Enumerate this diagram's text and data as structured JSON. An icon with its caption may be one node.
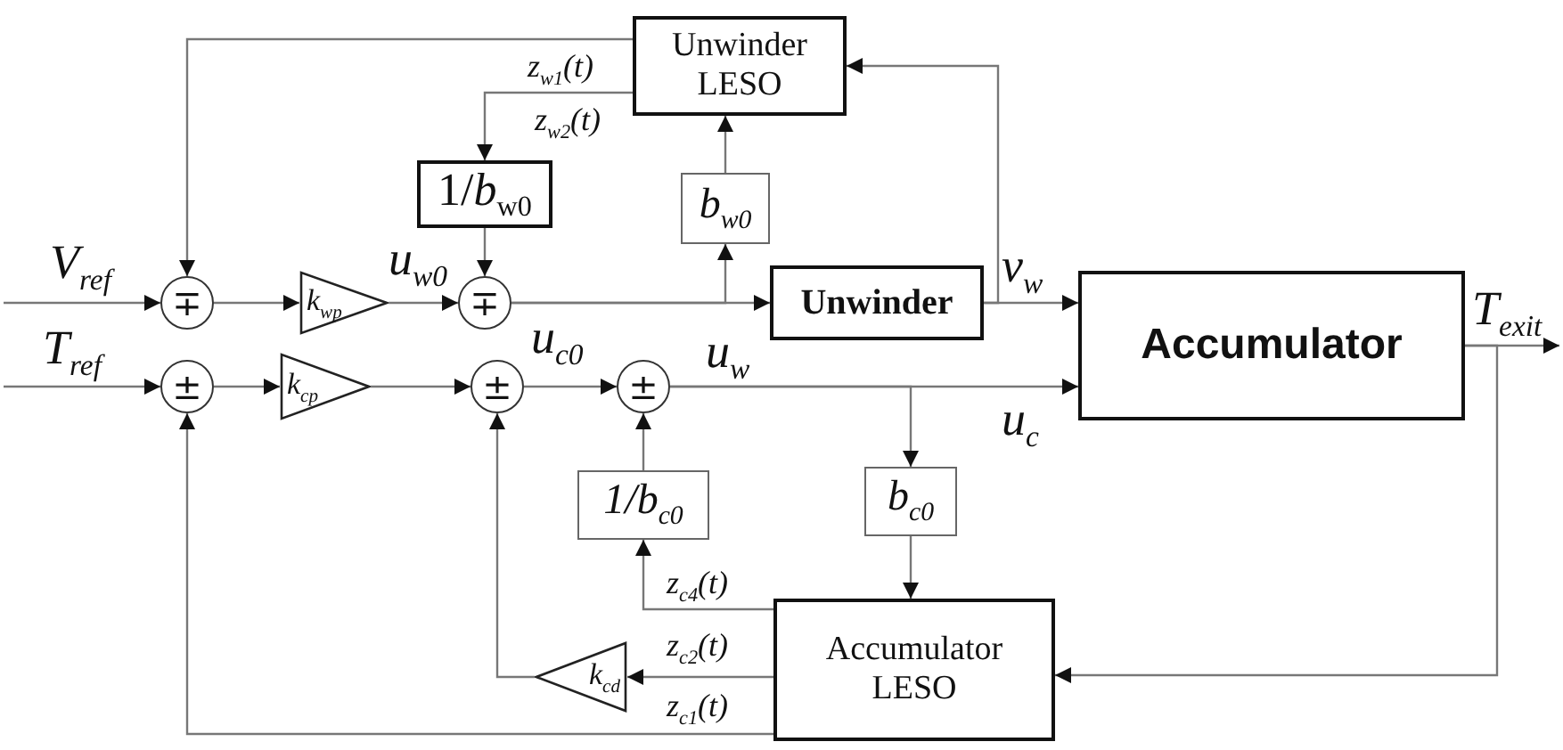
{
  "diagram": {
    "nodes": [
      {
        "text": [
          "Unwinder LESO"
        ]
      },
      {
        "text": [
          "1/*b*$_{w0}$"
        ]
      },
      {
        "text": [
          "b$_{w0}$"
        ]
      },
      {
        "text": [
          "∓"
        ]
      },
      {
        "text": [
          "k$_{wp}$"
        ]
      },
      {
        "text": [
          "∓"
        ]
      },
      {
        "text": [
          "Unwinder"
        ]
      },
      {
        "text": [
          "Accumulator"
        ]
      },
      {
        "text": [
          "±"
        ]
      },
      {
        "text": [
          "k$_{cp}$"
        ]
      },
      {
        "text": [
          "±"
        ]
      },
      {
        "text": [
          "±"
        ]
      },
      {
        "text": [
          "1/*b*$_{c0}$"
        ]
      },
      {
        "text": [
          "b$_{c0}$"
        ]
      },
      {
        "text": [
          "k$_{cd}$"
        ]
      },
      {
        "text": [
          "Accumulator LESO"
        ]
      }
    ],
    "edges": [
      {
        "from": null,
        "to": 3,
        "arrow": "to",
        "label": "V$_{ref}$"
      },
      {
        "from": 3,
        "to": 4,
        "arrow": "to"
      },
      {
        "from": 4,
        "to": 5,
        "arrow": "to",
        "label": "u$_{w0}$"
      },
      {
        "from": 5,
        "to": 6,
        "arrow": "to",
        "label": "u$_{w}$"
      },
      {
        "from": 6,
        "to": 7,
        "arrow": "to",
        "label": "v$_{w}$"
      },
      {
        "from": 6,
        "to": 0,
        "arrow": "to"
      },
      {
        "from": 0,
        "to": 3,
        "arrow": "to",
        "label": "z$_{w1}$(t)"
      },
      {
        "from": 0,
        "to": 1,
        "arrow": "to",
        "label": "z$_{w2}$(t)"
      },
      {
        "from": 1,
        "to": 5,
        "arrow": "to"
      },
      {
        "from": 5,
        "to": 2,
        "arrow": "to"
      },
      {
        "from": 2,
        "to": 0,
        "arrow": "to"
      },
      {
        "from": null,
        "to": 8,
        "arrow": "to",
        "label": "T$_{ref}$"
      },
      {
        "from": 8,
        "to": 9,
        "arrow": "to"
      },
      {
        "from": 9,
        "to": 10,
        "arrow": "to"
      },
      {
        "from": 10,
        "to": 11,
        "arrow": "to",
        "label": "u$_{c0}$"
      },
      {
        "from": 11,
        "to": 7,
        "arrow": "to",
        "label": "u$_{c}$"
      },
      {
        "from": 11,
        "to": 13,
        "arrow": "to"
      },
      {
        "from": 13,
        "to": 15,
        "arrow": "to"
      },
      {
        "from": 7,
        "to": 15,
        "arrow": "to"
      },
      {
        "from": 7,
        "to": null,
        "arrow": "to",
        "label": "T$_{exit}$"
      },
      {
        "from": 15,
        "to": 12,
        "arrow": "to",
        "label": "z$_{c4}$(t)"
      },
      {
        "from": 15,
        "to": 14,
        "arrow": "to",
        "label": "z$_{c2}$(t)"
      },
      {
        "from": 14,
        "to": 10,
        "arrow": "to"
      },
      {
        "from": 15,
        "to": 8,
        "arrow": "to",
        "label": "z$_{c1}$(t)"
      },
      {
        "from": 12,
        "to": 11,
        "arrow": "to"
      }
    ]
  }
}
